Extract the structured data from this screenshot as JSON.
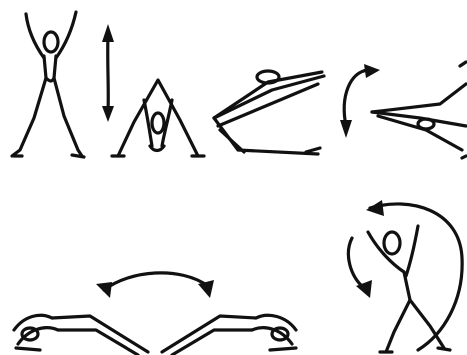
{
  "ink_color": "#111111",
  "paper_color": "#ffffff",
  "figures": [
    {
      "id": "standing-arms-up",
      "icon": "stick-figure-standing-arms-raised-icon"
    },
    {
      "id": "vertical-arrow",
      "icon": "double-headed-vertical-arrow-icon"
    },
    {
      "id": "forward-bend",
      "icon": "stick-figure-forward-fold-icon"
    },
    {
      "id": "lying-leg-raise",
      "icon": "stick-figure-lying-raised-icon"
    },
    {
      "id": "curved-arrow",
      "icon": "curved-double-arrow-icon"
    },
    {
      "id": "lying-flat",
      "icon": "stick-figure-lying-flat-icon"
    },
    {
      "id": "side-bend",
      "icon": "stick-figure-side-bend-icon"
    },
    {
      "id": "circular-arrow",
      "icon": "circular-arrow-icon"
    },
    {
      "id": "arc-arrow",
      "icon": "arc-double-arrow-icon"
    },
    {
      "id": "pair-bottom",
      "icon": "paired-figures-icon"
    }
  ]
}
